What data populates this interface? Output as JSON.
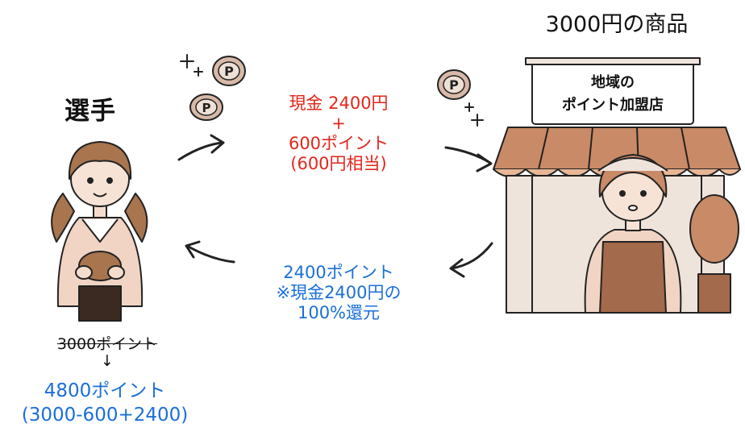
{
  "product_title": "3000円の商品",
  "player_label": "選手",
  "shop_sign": {
    "line1": "地域の",
    "line2": "ポイント加盟店"
  },
  "payment": {
    "cash": "現金 2400円",
    "plus": "+",
    "points": "600ポイント",
    "equivalent": "(600円相当)"
  },
  "return": {
    "points": "2400ポイント",
    "note": "※現金2400円の",
    "rate": "100%還元"
  },
  "player_points": {
    "before": "3000ポイント",
    "arrow": "↓",
    "after": "4800ポイント",
    "formula": "(3000-600+2400)"
  },
  "coin_symbol": "P",
  "colors": {
    "payment": "#e2261b",
    "return": "#1a6fd9",
    "awning": "#c98a67",
    "apron": "#a36a4b"
  }
}
